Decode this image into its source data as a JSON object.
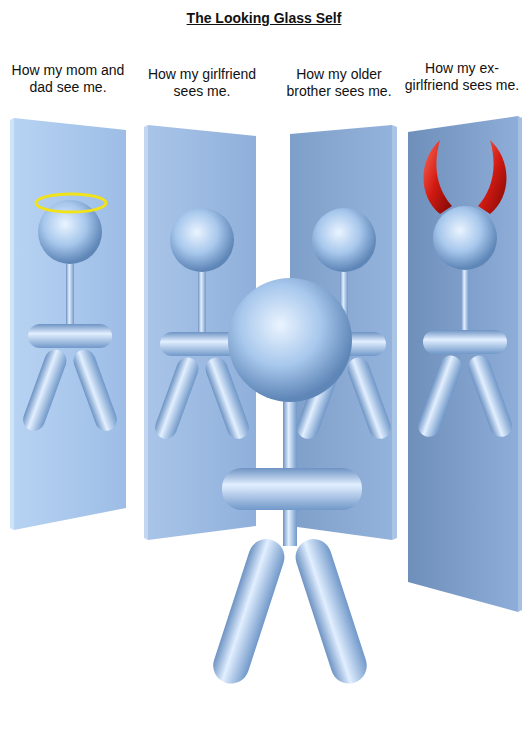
{
  "diagram": {
    "title": "The Looking Glass Self",
    "nodes": [
      {
        "text": [
          "How my mom and dad see me."
        ]
      },
      {
        "text": [
          "How my girlfriend sees me."
        ]
      },
      {
        "text": [
          "How my older brother sees me."
        ]
      },
      {
        "text": [
          "How my ex-girlfriend sees me."
        ]
      }
    ]
  }
}
